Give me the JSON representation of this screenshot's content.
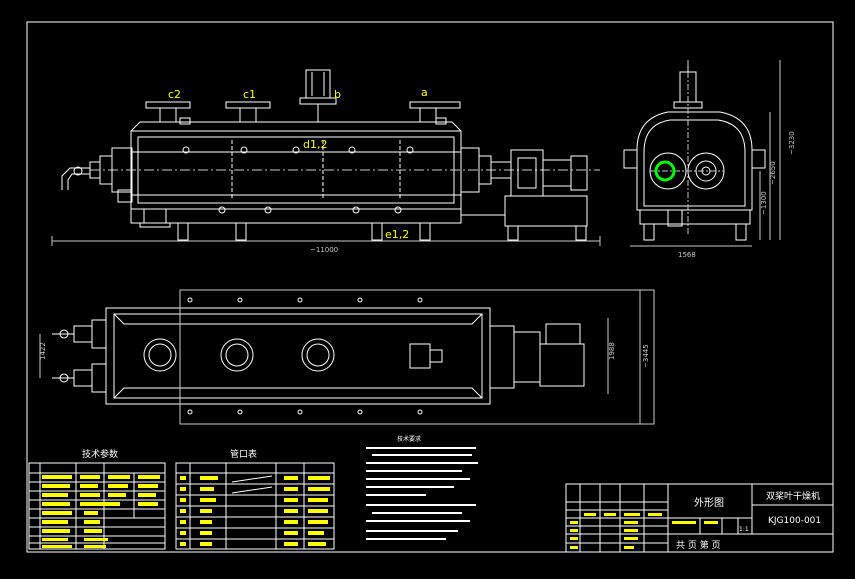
{
  "palette": {
    "background": "#000000",
    "lines": "#ffffff",
    "labels": "#ffff00",
    "dims": "#c8c8c8",
    "highlight": "#00ff00"
  },
  "front_view": {
    "nozzle_c2": "c2",
    "nozzle_c1": "c1",
    "nozzle_b": "b",
    "nozzle_a": "a",
    "nozzle_d": "d1,2",
    "nozzle_e": "e1,2",
    "dim_length": "~11000"
  },
  "side_view": {
    "dim_width": "1568",
    "dim_height_total": "~3230",
    "dim_height_mid": "~2650",
    "dim_height_low": "~1300"
  },
  "top_view": {
    "dim_left": "1422",
    "dim_right_1": "1988",
    "dim_right_2": "~3445"
  },
  "tech_table": {
    "title": "技术参数"
  },
  "nozzle_table": {
    "title": "管口表"
  },
  "notes": {
    "title": "技术要求"
  },
  "title_block": {
    "drawing_name": "外形图",
    "product_name": "双桨叶干燥机",
    "drawing_no": "KJG100-001",
    "scale": "1:1",
    "sheet_text": "共 页 第 页"
  }
}
